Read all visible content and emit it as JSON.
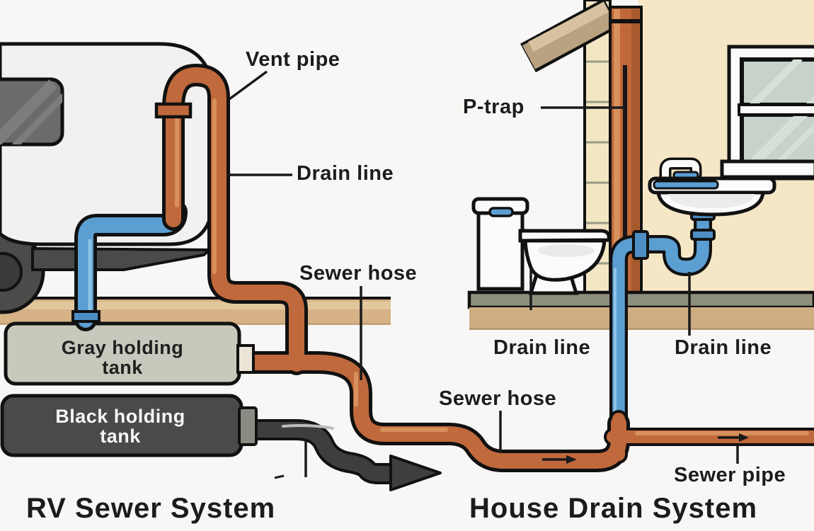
{
  "rv_system": {
    "title": "RV Sewer System",
    "labels": {
      "vent_pipe": "Vent pipe",
      "drain_line": "Drain line",
      "sewer_hose": "Sewer hose"
    },
    "gray_tank": "Gray holding tank",
    "black_tank": "Black holding tank"
  },
  "house_system": {
    "title": "House Drain System",
    "labels": {
      "p_trap": "P-trap",
      "drain_line_toilet": "Drain line",
      "drain_line_sink": "Drain line",
      "sewer_hose": "Sewer hose",
      "sewer_pipe": "Sewer pipe"
    }
  },
  "colors": {
    "background": "#f8f7f5",
    "outline": "#111111",
    "pipe_orange": "#c0693c",
    "pipe_orange_highlight": "#d8905c",
    "pipe_blue": "#5b9ed2",
    "pipe_blue_highlight": "#8fc3e8",
    "hose_black": "#3e3e3c",
    "tank_gray": "#c9c8bc",
    "tank_black": "#4a4a48",
    "ground_tan": "#d6b286",
    "floor_olive": "#8e8e7d",
    "floor_tan": "#cfad82",
    "wall_cream": "#f5e7c6",
    "window_glass": "#c6d2ca",
    "roof_tan": "#b8a280"
  }
}
